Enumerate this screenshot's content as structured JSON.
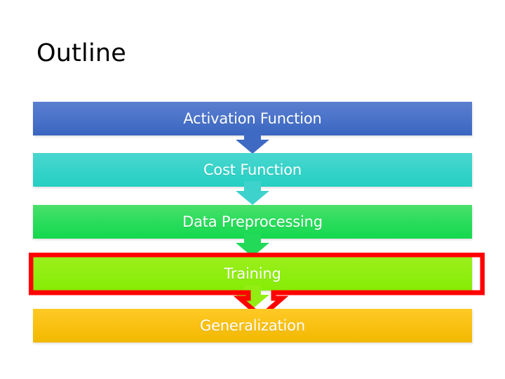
{
  "slide": {
    "title": "Outline",
    "background_color": "#ffffff"
  },
  "chart_data": {
    "type": "diagram",
    "diagram_kind": "vertical-process-chain",
    "title": "Outline",
    "highlight_color": "#ff0000",
    "highlighted_step": "Training",
    "steps": [
      {
        "index": 1,
        "label": "Activation Function",
        "fill_top": "#5b7fd0",
        "fill_bottom": "#3a66c0",
        "arrow_color": "#3f6ac4",
        "has_arrow": true,
        "highlighted": false
      },
      {
        "index": 2,
        "label": "Cost Function",
        "fill_top": "#4ad6d0",
        "fill_bottom": "#25cfc2",
        "arrow_color": "#3ed2cc",
        "has_arrow": true,
        "highlighted": false
      },
      {
        "index": 3,
        "label": "Data Preprocessing",
        "fill_top": "#4ae06a",
        "fill_bottom": "#14d84e",
        "arrow_color": "#22da57",
        "has_arrow": true,
        "highlighted": false
      },
      {
        "index": 4,
        "label": "Training",
        "fill_top": "#9bef1c",
        "fill_bottom": "#86ec05",
        "arrow_color": "#92ee12",
        "has_arrow": true,
        "highlighted": true
      },
      {
        "index": 5,
        "label": "Generalization",
        "fill_top": "#ffc926",
        "fill_bottom": "#f0b800",
        "arrow_color": "#f5bf10",
        "has_arrow": false,
        "highlighted": false
      }
    ]
  }
}
